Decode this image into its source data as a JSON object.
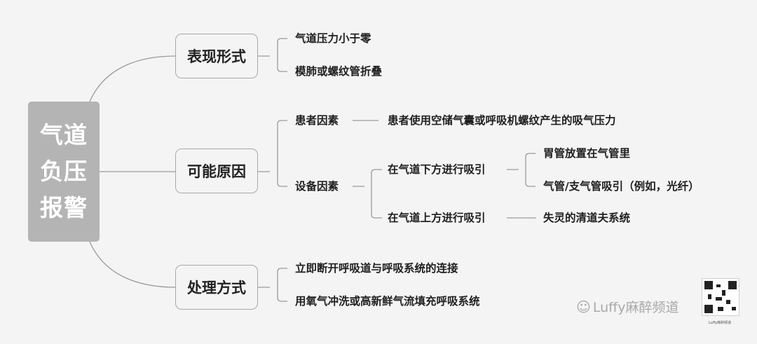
{
  "root": {
    "title": "气道负压报警",
    "line1": "气道",
    "line2": "负压",
    "line3": "报警"
  },
  "branches": {
    "presentation": {
      "label": "表现形式",
      "items": [
        "气道压力小于零",
        "模肺或螺纹管折叠"
      ]
    },
    "causes": {
      "label": "可能原因",
      "patient": {
        "label": "患者因素",
        "detail": "患者使用空储气囊或呼吸机螺纹产生的吸气压力"
      },
      "equipment": {
        "label": "设备因素",
        "below": {
          "label": "在气道下方进行吸引",
          "items": [
            "胃管放置在气管里",
            "气管/支气管吸引（例如，光纤）"
          ]
        },
        "above": {
          "label": "在气道上方进行吸引",
          "items": [
            "失灵的清道夫系统"
          ]
        }
      }
    },
    "handling": {
      "label": "处理方式",
      "items": [
        "立即断开呼吸道与呼吸系统的连接",
        "用氧气冲洗或高新鲜气流填充呼吸系统"
      ]
    }
  },
  "watermark": {
    "icon": "wechat-icon",
    "text": "Luffy麻醉频道",
    "caption": "Luffy麻醉频道"
  },
  "colors": {
    "root_bg": "#b4b4b4",
    "line": "#9a9a9a",
    "box_border": "#a8a8a8",
    "text": "#1f1f1f"
  }
}
